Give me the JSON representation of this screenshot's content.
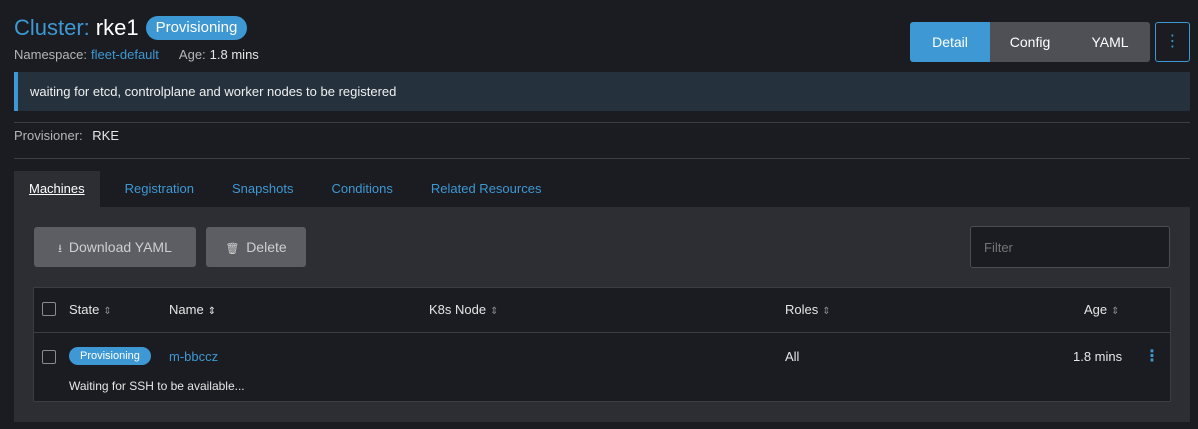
{
  "header": {
    "title_prefix": "Cluster:",
    "title_name": "rke1",
    "status_badge": "Provisioning",
    "namespace_label": "Namespace:",
    "namespace_value": "fleet-default",
    "age_label": "Age:",
    "age_value": "1.8 mins"
  },
  "view_toggle": {
    "detail": "Detail",
    "config": "Config",
    "yaml": "YAML",
    "active": "Detail",
    "more_icon": "⋮"
  },
  "banner": {
    "message": "waiting for etcd, controlplane and worker nodes to be registered"
  },
  "provisioner": {
    "label": "Provisioner:",
    "value": "RKE"
  },
  "tabs": [
    {
      "label": "Machines",
      "active": true
    },
    {
      "label": "Registration",
      "active": false
    },
    {
      "label": "Snapshots",
      "active": false
    },
    {
      "label": "Conditions",
      "active": false
    },
    {
      "label": "Related Resources",
      "active": false
    }
  ],
  "toolbar": {
    "download_icon": "⭳",
    "download_label": "Download YAML",
    "delete_icon": "🗑",
    "delete_label": "Delete",
    "filter_placeholder": "Filter"
  },
  "table": {
    "columns": {
      "state": "State",
      "name": "Name",
      "k8s_node": "K8s Node",
      "roles": "Roles",
      "age": "Age"
    },
    "sort_icon": "⇕",
    "sort_active_icon": "⇕",
    "rows": [
      {
        "state": "Provisioning",
        "name": "m-bbccz",
        "k8s_node": "",
        "roles": "All",
        "age": "1.8 mins",
        "message": "Waiting for SSH to be available...",
        "more_icon": "⋮"
      }
    ]
  },
  "colors": {
    "accent": "#3d98d3",
    "background": "#1b1c21",
    "panel": "#2d2e34",
    "banner": "#25323d"
  }
}
